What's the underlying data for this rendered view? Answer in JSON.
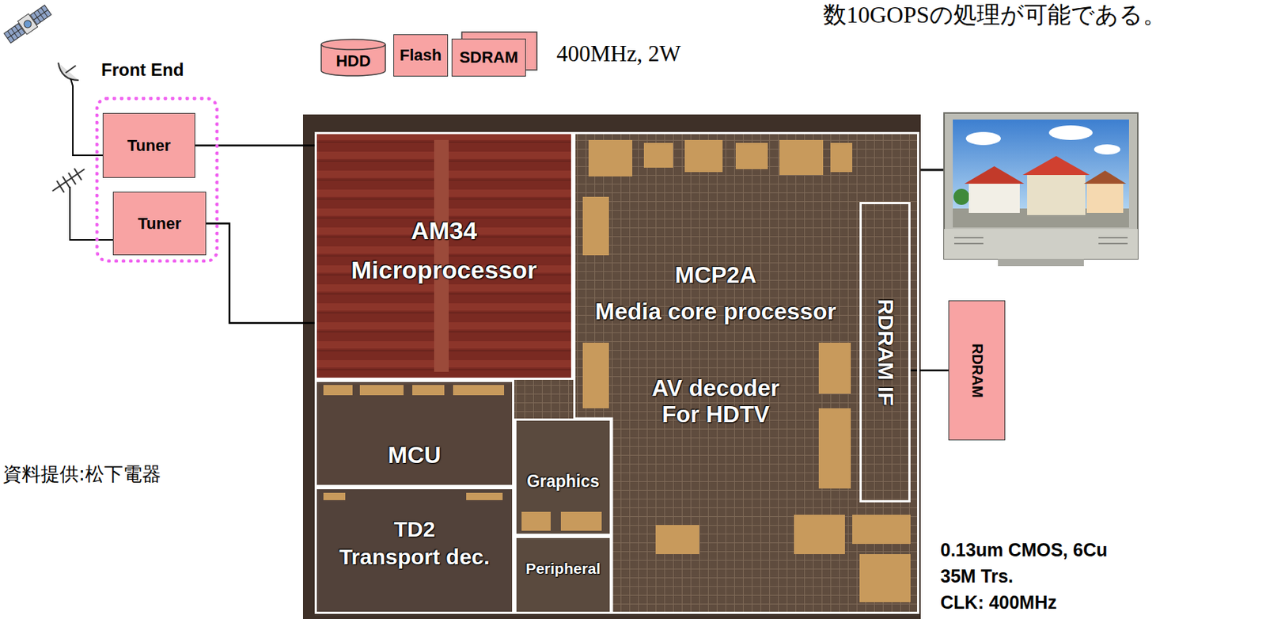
{
  "diagram": {
    "nodes": [
      {
        "text": [
          "Front End"
        ]
      },
      {
        "text": [
          "Tuner"
        ],
        "in": 0
      },
      {
        "text": [
          "Tuner"
        ],
        "in": 0
      },
      {
        "text": [
          "HDD"
        ]
      },
      {
        "text": [
          "Flash"
        ]
      },
      {
        "text": [
          "SDRAM"
        ]
      },
      {
        "text": [
          "AM34",
          "Microprocessor"
        ]
      },
      {
        "text": [
          "MCP2A",
          "Media core processor",
          "AV decoder For HDTV"
        ]
      },
      {
        "text": [
          "RDRAM IF"
        ],
        "in": 7
      },
      {
        "text": [
          "MCU"
        ]
      },
      {
        "text": [
          "Graphics"
        ]
      },
      {
        "text": [
          "TD2",
          "Transport dec."
        ]
      },
      {
        "text": [
          "Peripheral"
        ]
      },
      {
        "text": [
          "RDRAM"
        ]
      }
    ],
    "edges": [
      {
        "from": 1,
        "to": 6,
        "arrow": "none"
      },
      {
        "from": 2,
        "to": 6,
        "arrow": "none"
      },
      {
        "from": 8,
        "to": 13,
        "arrow": "none"
      }
    ],
    "labels": [
      "数10GOPSの処理が可能である。",
      "400MHz, 2W",
      "資料提供:松下電器",
      "0.13um CMOS, 6Cu",
      "35M Trs.",
      "CLK: 400MHz"
    ]
  }
}
